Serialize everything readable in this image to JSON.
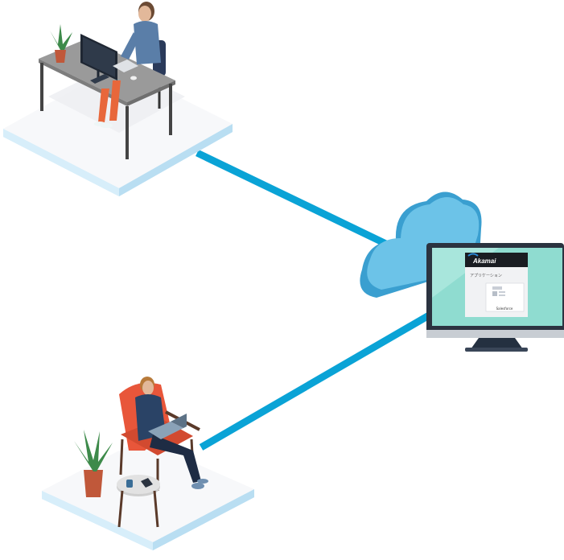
{
  "monitor_screen": {
    "brand": "Akamai",
    "section_title": "アプリケーション",
    "app_tile_label": "Salesforce"
  },
  "colors": {
    "connector": "#0aa3d6",
    "cloud": "#6cc3e8",
    "cloud_shadow": "#3a9fd0",
    "platform_top": "#f7f8fa",
    "platform_edge": "#c7e6f6",
    "screen_bg": "#8fdcd0",
    "monitor_frame": "#2b3340",
    "chair": "#e8563a",
    "shirt": "#2a4366"
  },
  "icons": [
    "cloud-icon",
    "desktop-monitor-icon",
    "office-worker-illustration",
    "remote-worker-illustration",
    "plant-icon",
    "laptop-icon"
  ]
}
